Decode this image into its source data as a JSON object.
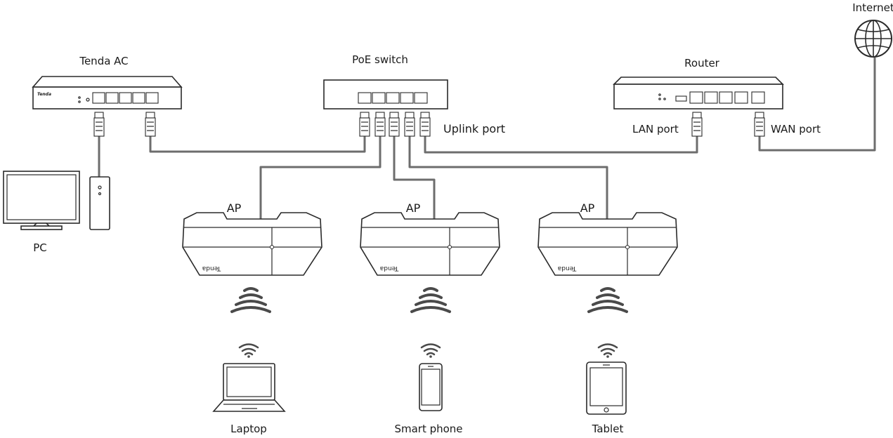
{
  "labels": {
    "tenda_ac": "Tenda AC",
    "poe_switch": "PoE switch",
    "router": "Router",
    "internet": "Internet",
    "uplink_port": "Uplink port",
    "lan_port": "LAN port",
    "wan_port": "WAN port",
    "pc": "PC",
    "ap_1": "AP",
    "ap_2": "AP",
    "ap_3": "AP",
    "laptop": "Laptop",
    "smart_phone": "Smart phone",
    "tablet": "Tablet"
  },
  "device_text": {
    "ac_logo": "Tenda",
    "ap_logo": "Tenda"
  }
}
